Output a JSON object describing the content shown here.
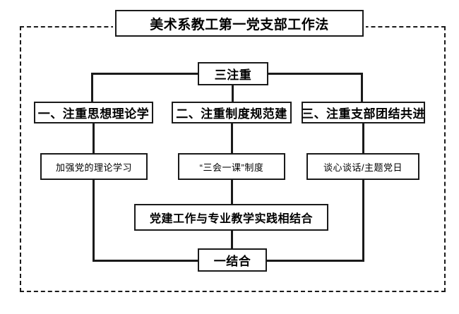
{
  "diagram": {
    "type": "flowchart",
    "orientation": "top-down",
    "title": "美术系教工第一党支部工作法",
    "nodes": {
      "title": "美术系教工第一党支部工作法",
      "three_focus": "三注重",
      "branch_1": "一、注重思想理论学",
      "branch_2": "二、注重制度规范建",
      "branch_3": "三、注重支部团结共进",
      "detail_1": "加强党的理论学习",
      "detail_2": "“三会一课”制度",
      "detail_3": "谈心谈话/主题党日",
      "practice": "党建工作与专业教学实践相结合",
      "one_combine": "一结合"
    },
    "colors": {
      "stroke": "#1a1a1a",
      "fill": "#ffffff",
      "text": "#000000"
    }
  }
}
